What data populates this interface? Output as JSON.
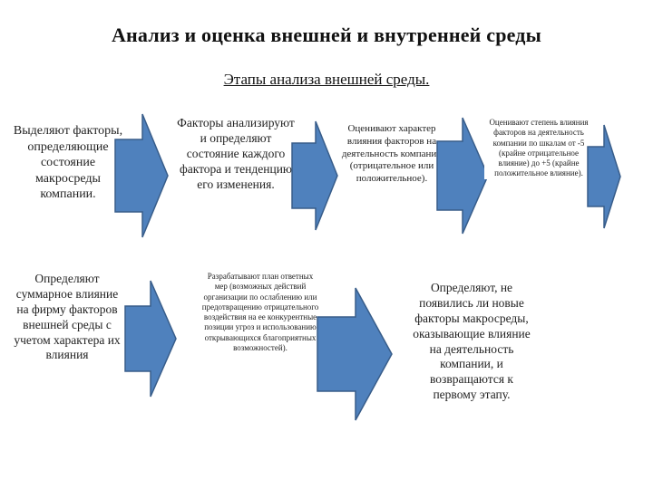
{
  "header": {
    "title": "Анализ и оценка внешней и внутренней среды",
    "subtitle": "Этапы анализа внешней среды."
  },
  "row1": [
    "Выделяют факторы, определяющие состояние макросреды компании.",
    "Факторы анализируют и определяют состояние каждого фактора и тенденцию его изменения.",
    "Оценивают характер влияния факторов на деятельность компании (отрицательное или положительное).",
    "Оценивают степень влияния факторов на деятельность компании по шкалам от -5 (крайне отрицательное влияние) до +5 (крайне положительное влияние)."
  ],
  "row2": [
    "Определяют суммарное влияние на фирму факторов внешней среды с учетом характера их влияния",
    "Разрабатывают план ответных мер (возможных действий организации по ослаблению или предотвращению отрицательного воздействия на ее конкурентные позиции угроз и использованию открывающихся благоприятных возможностей).",
    "Определяют, не появились ли новые факторы макросреды, оказывающие влияние на деятельность компании, и возвращаются к первому этапу."
  ],
  "colors": {
    "arrow_fill": "#4f81bd",
    "arrow_stroke": "#385d8a"
  }
}
